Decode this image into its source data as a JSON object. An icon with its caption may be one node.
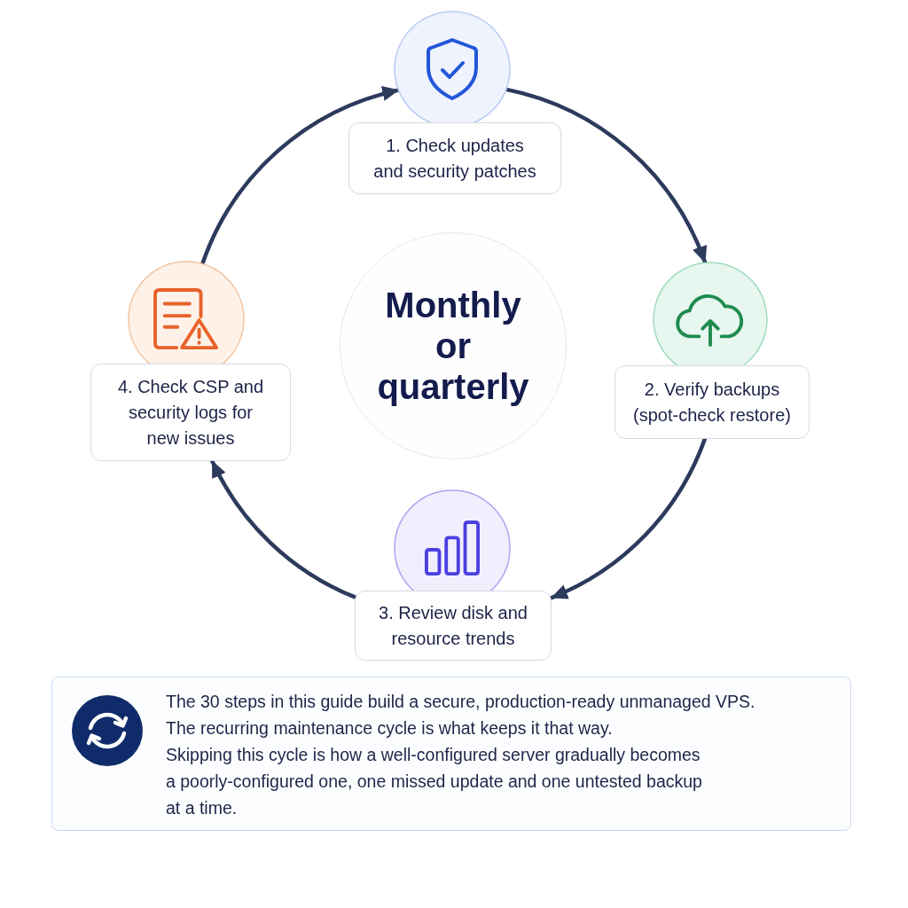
{
  "diagram": {
    "nodes": [
      {
        "text": [],
        "shape": "circle"
      },
      {
        "text": [
          "1. Check updates and security patches"
        ]
      },
      {
        "text": [],
        "shape": "circle"
      },
      {
        "text": [
          "2. Verify backups (spot-check restore)"
        ]
      },
      {
        "text": [],
        "shape": "circle"
      },
      {
        "text": [
          "3. Review disk and resource trends"
        ]
      },
      {
        "text": [],
        "shape": "circle"
      },
      {
        "text": [
          "4. Check CSP and security logs for new issues"
        ]
      },
      {
        "text": [
          "Monthly or quarterly"
        ]
      },
      {
        "text": [
          "The 30 steps in this guide build a secure, production-ready unmanaged VPS.",
          "The recurring maintenance cycle is what keeps it that way.",
          "Skipping this cycle is how a well-configured server gradually becomes a poorly-configured one, one missed update and one untested backup at a time."
        ]
      }
    ],
    "edges": [
      {
        "from": 0,
        "to": 2,
        "arrow": "to"
      },
      {
        "from": 3,
        "to": 5,
        "arrow": "to"
      },
      {
        "from": 5,
        "to": 7,
        "arrow": "to"
      },
      {
        "from": 6,
        "to": 0,
        "arrow": "to"
      }
    ]
  }
}
